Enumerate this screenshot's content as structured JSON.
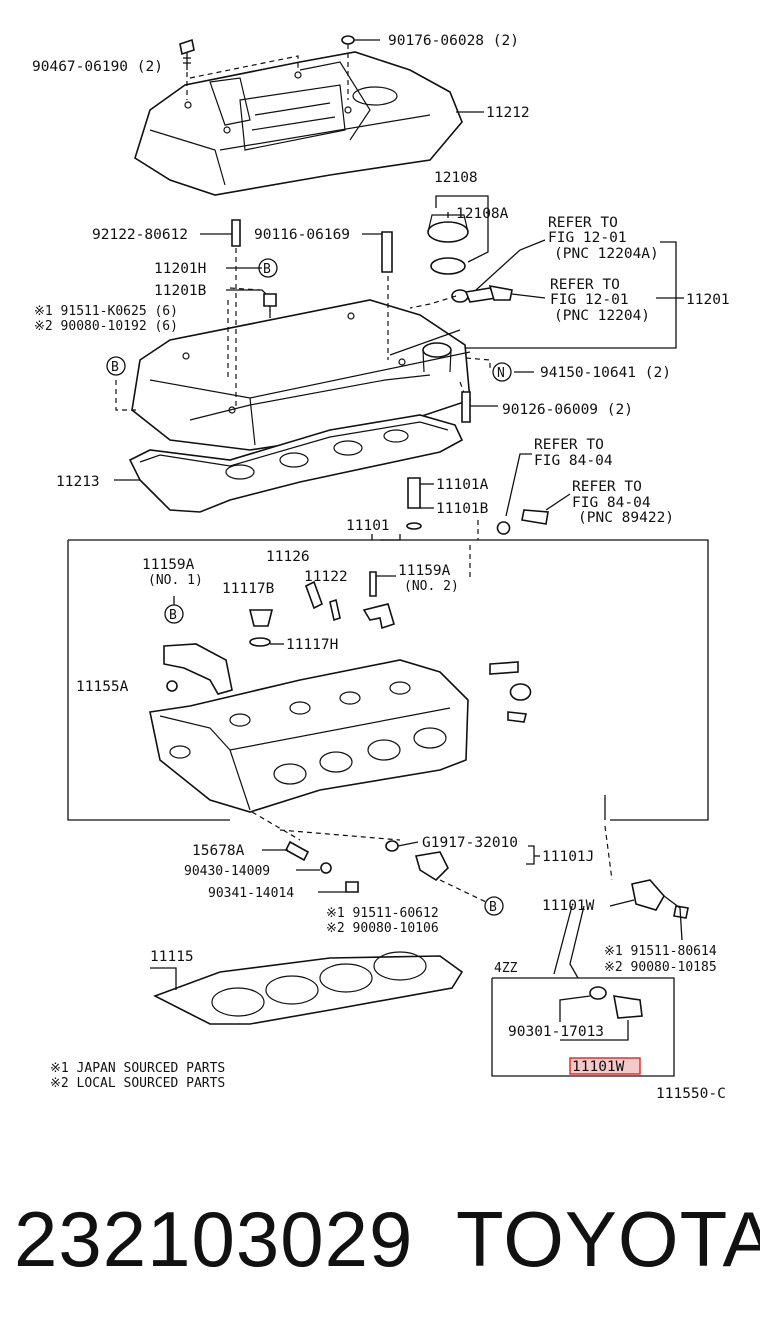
{
  "diagram": {
    "labels": {
      "l90467": "90467-06190 (2)",
      "l90176": "90176-06028 (2)",
      "l11212": "11212",
      "l12108": "12108",
      "l12108A": "12108A",
      "l92122": "92122-80612",
      "l90116": "90116-06169",
      "lRefer1a": "REFER TO",
      "lRefer1b": "FIG 12-01",
      "lRefer1c": "(PNC 12204A)",
      "lRefer2a": "REFER TO",
      "lRefer2b": "FIG 12-01",
      "lRefer2c": "(PNC 12204)",
      "l11201": "11201",
      "l11201H": "11201H",
      "l11201B": "11201B",
      "lJp1": "※1 91511-K0625 (6)",
      "lLoc1": "※2 90080-10192 (6)",
      "l94150": "94150-10641 (2)",
      "l90126": "90126-06009 (2)",
      "lRefer3a": "REFER TO",
      "lRefer3b": "FIG 84-04",
      "lRefer4a": "REFER TO",
      "lRefer4b": "FIG 84-04",
      "lRefer4c": "(PNC 89422)",
      "l11213": "11213",
      "l11101A": "11101A",
      "l11101B": "11101B",
      "l11101": "11101",
      "l11159A1": "11159A",
      "lNo1": "(NO. 1)",
      "l11126": "11126",
      "l11117B": "11117B",
      "l11122": "11122",
      "l11159A2": "11159A",
      "lNo2": "(NO. 2)",
      "l11117H": "11117H",
      "l11155A": "11155A",
      "l15678A": "15678A",
      "lG1917": "G1917-32010",
      "l11101J": "11101J",
      "l90430": "90430-14009",
      "l90341": "90341-14014",
      "lJp2": "※1 91511-60612",
      "lLoc2": "※2 90080-10106",
      "l11101W": "11101W",
      "l11115": "11115",
      "lJp3": "※1 91511-80614",
      "lLoc3": "※2 90080-10185",
      "l4ZZ": "4ZZ",
      "l90301": "90301-17013",
      "l11101W2": "11101W",
      "lNote1": "※1 JAPAN SOURCED PARTS",
      "lNote2": "※2 LOCAL SOURCED PARTS",
      "lFig": "111550-C",
      "mB1": "B",
      "mB2": "B",
      "mB3": "B",
      "mB4": "B",
      "mN": "N"
    }
  },
  "footer": {
    "part_number": "232103029",
    "brand": "TOYOTA"
  },
  "colors": {
    "highlight": "#d33"
  }
}
